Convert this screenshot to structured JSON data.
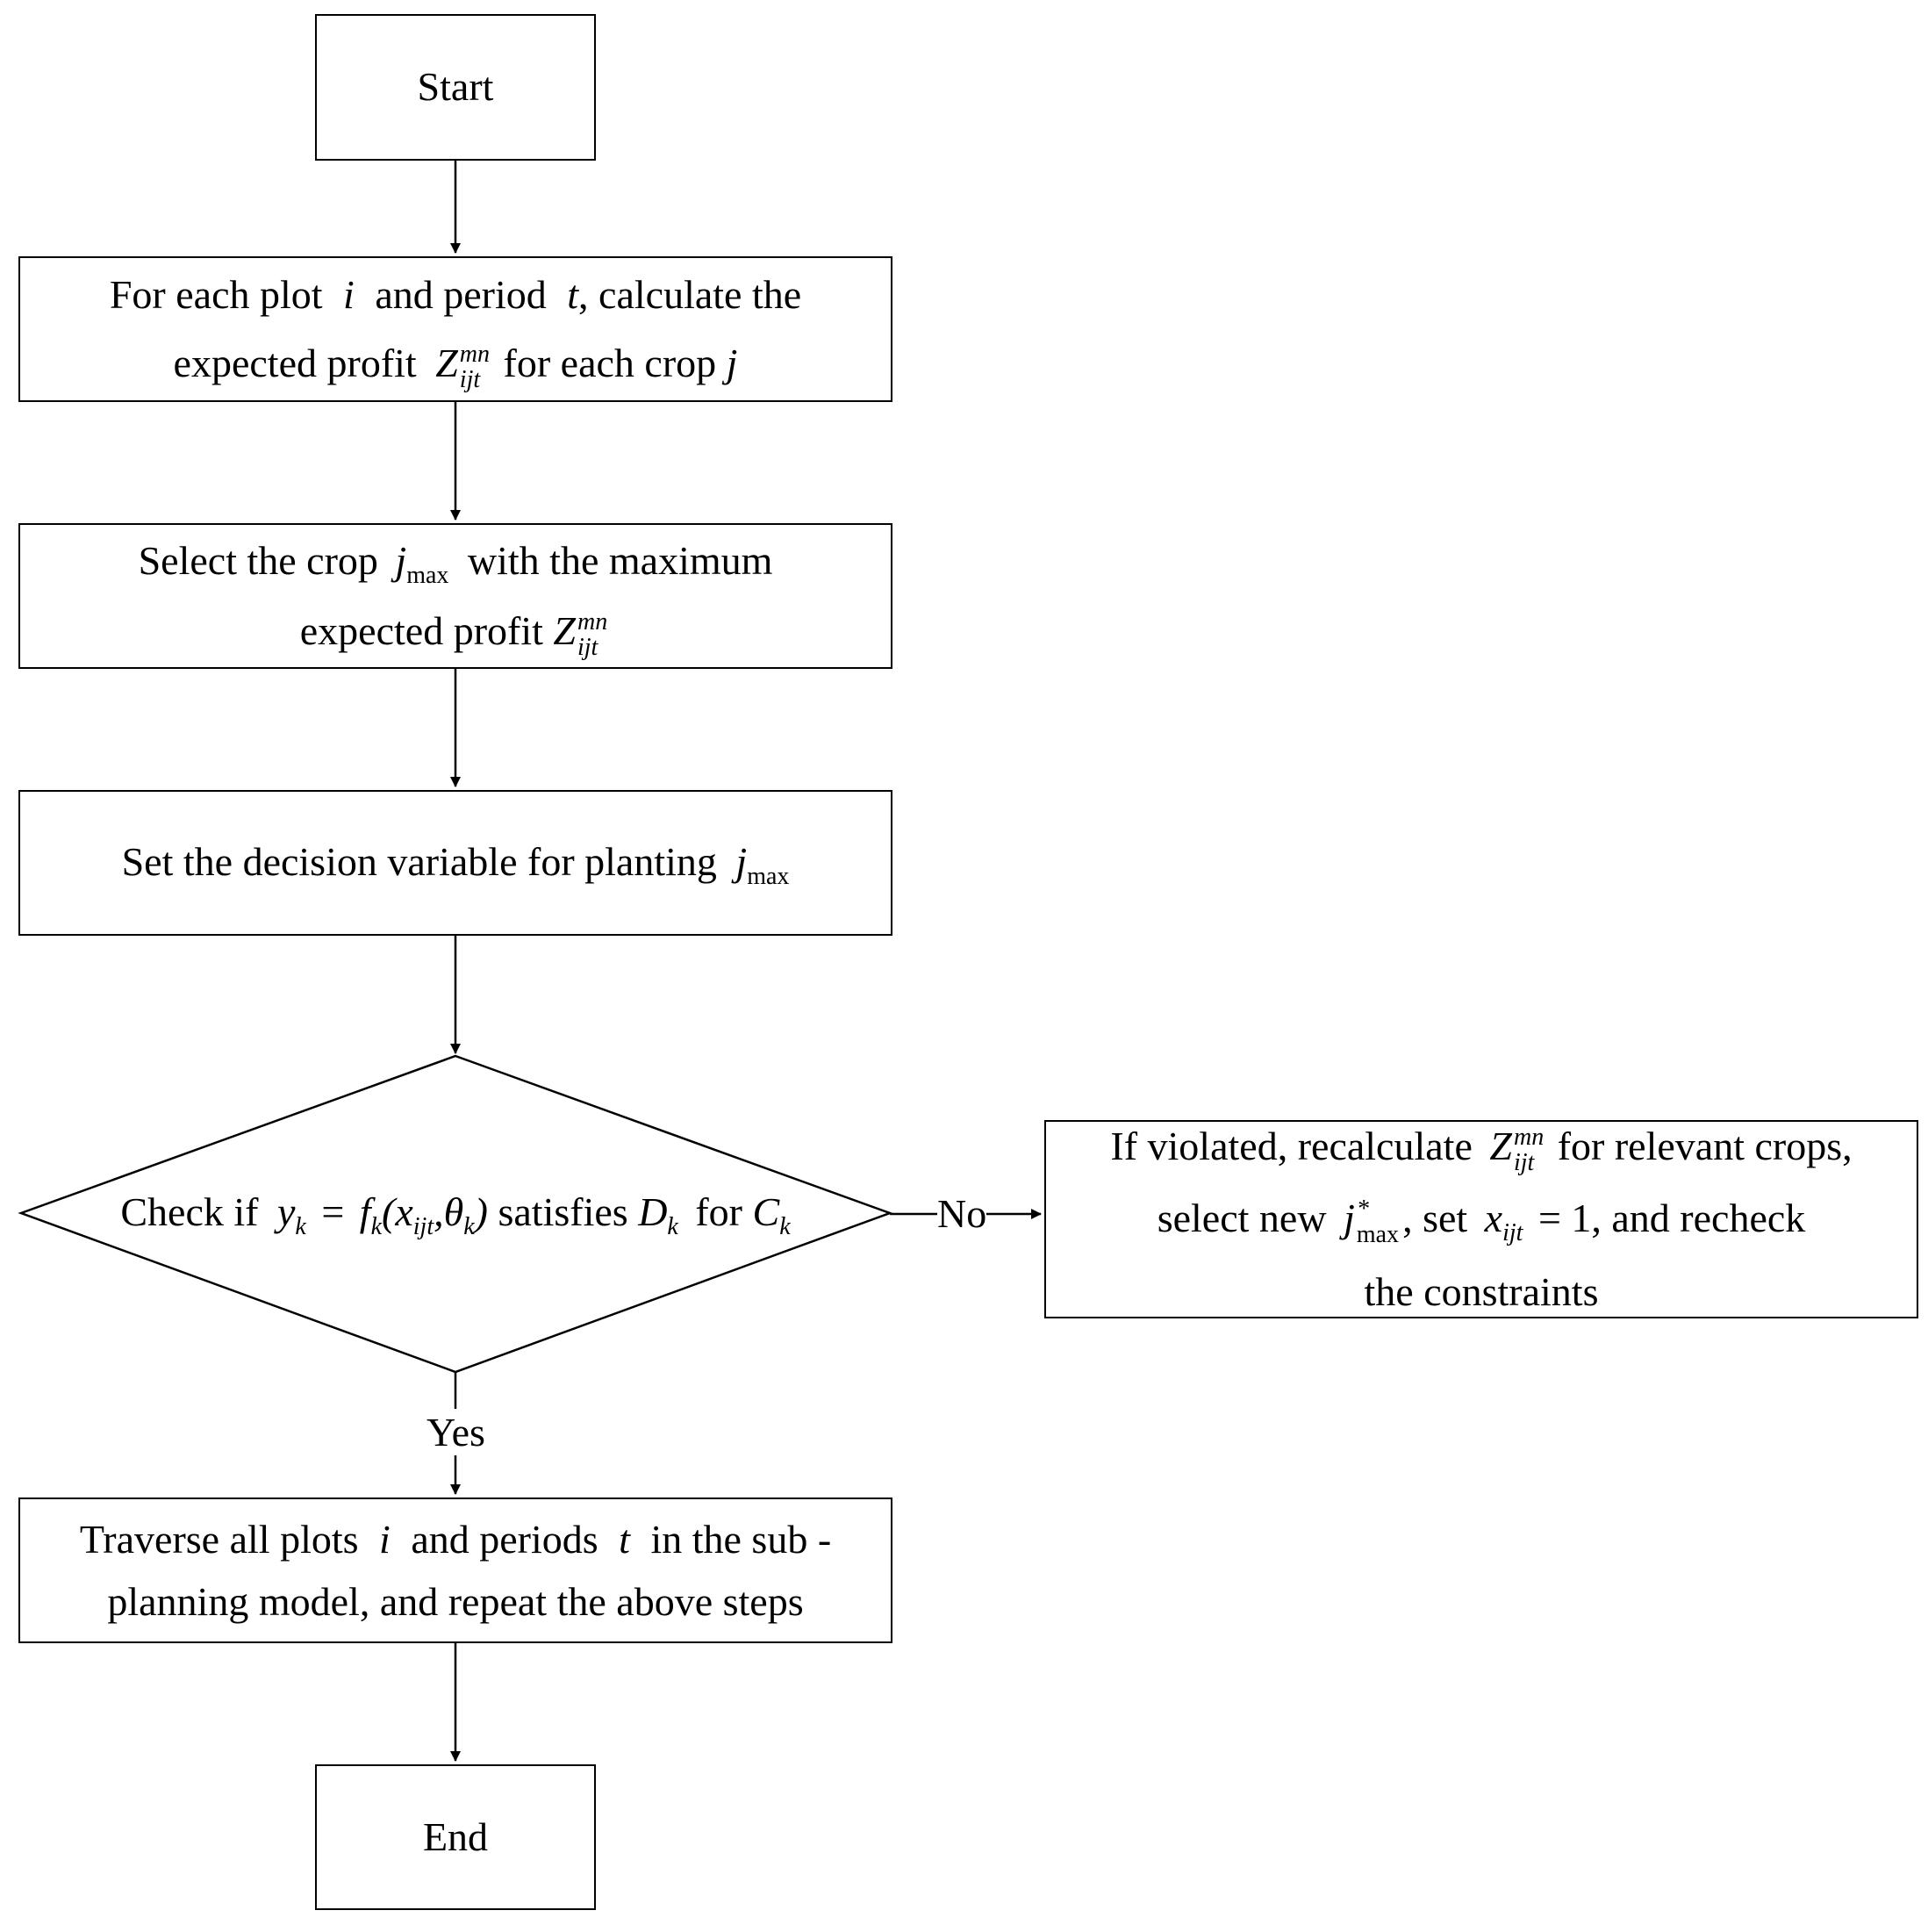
{
  "start": {
    "label": "Start"
  },
  "end": {
    "label": "End"
  },
  "step1": {
    "line1": {
      "a": "For each plot",
      "i": "i",
      "b": "and period",
      "t": "t",
      "c": ", calculate the"
    },
    "line2": {
      "a": "expected profit",
      "Z": "Z",
      "sup": "mn",
      "sub": "ijt",
      "b": "for each crop",
      "j": "j"
    }
  },
  "step2": {
    "line1": {
      "a": "Select the crop",
      "j": "j",
      "sub": "max",
      "b": "with the maximum"
    },
    "line2": {
      "a": "expected profit",
      "Z": "Z",
      "sup": "mn",
      "sub": "ijt"
    }
  },
  "step3": {
    "a": "Set the decision variable for planting",
    "j": "j",
    "sub": "max"
  },
  "decision": {
    "check": "Check if",
    "y": "y",
    "y_sub": "k",
    "eq": "=",
    "f": "f",
    "f_sub": "k",
    "x": "x",
    "x_sub": "ijt",
    "theta": "θ",
    "theta_sub": "k",
    "satisfies": "satisfies",
    "D": "D",
    "D_sub": "k",
    "for": "for",
    "C": "C",
    "C_sub": "k"
  },
  "violation": {
    "line1": {
      "a": "If violated, recalculate",
      "Z": "Z",
      "sup": "mn",
      "sub": "ijt",
      "b": "for relevant crops,"
    },
    "line2": {
      "a": "select new",
      "j": "j",
      "sup": "*",
      "sub": "max",
      "b": ", set",
      "x": "x",
      "x_sub": "ijt",
      "c": "= 1, and recheck"
    },
    "line3": "the constraints"
  },
  "traverse": {
    "line1": {
      "a": "Traverse all plots",
      "i": "i",
      "b": "and periods",
      "t": "t",
      "c": "in the sub -"
    },
    "line2": "planning model, and repeat the above steps"
  },
  "edges": {
    "no": "No",
    "yes": "Yes"
  }
}
